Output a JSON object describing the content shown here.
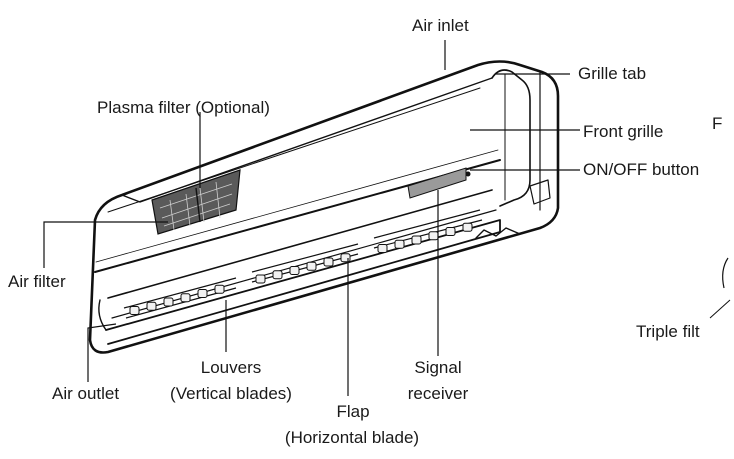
{
  "labels": {
    "air_inlet": "Air inlet",
    "grille_tab": "Grille tab",
    "plasma_filter": "Plasma filter (Optional)",
    "front_grille": "Front grille",
    "on_off_button": "ON/OFF button",
    "air_filter": "Air filter",
    "air_outlet": "Air outlet",
    "louvers": "Louvers",
    "louvers_sub": "(Vertical blades)",
    "signal": "Signal",
    "signal_sub": "receiver",
    "flap": "Flap",
    "flap_sub": "(Horizontal blade)",
    "cut_right_top": "F",
    "cut_right_bottom": "Triple filt"
  }
}
